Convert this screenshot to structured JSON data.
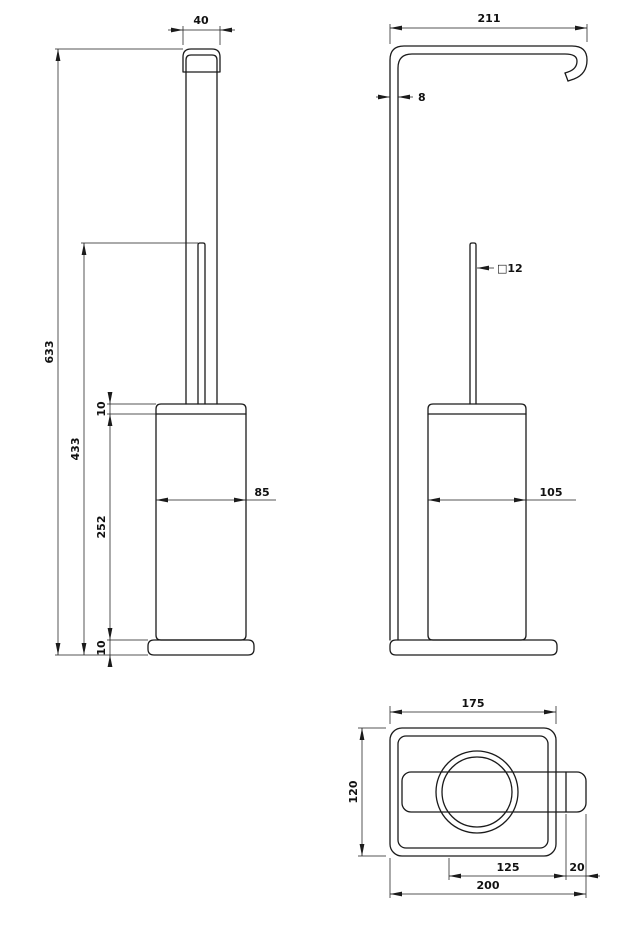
{
  "page": {
    "background": "#ffffff",
    "line_color": "#1b1b1b"
  },
  "views": {
    "front": {
      "dims": {
        "cap_width": "40",
        "total_height": "633",
        "handle_height": "433",
        "rim_height": "10",
        "body_height": "252",
        "base_height": "10",
        "body_width": "85"
      }
    },
    "side": {
      "dims": {
        "arm_length": "211",
        "bar_thickness": "8",
        "handle_section": "□12",
        "body_depth": "105"
      }
    },
    "top": {
      "dims": {
        "plate_width": "175",
        "plate_depth": "120",
        "arm_inset": "125",
        "arm_overhang": "20",
        "overall_width": "200"
      }
    }
  }
}
